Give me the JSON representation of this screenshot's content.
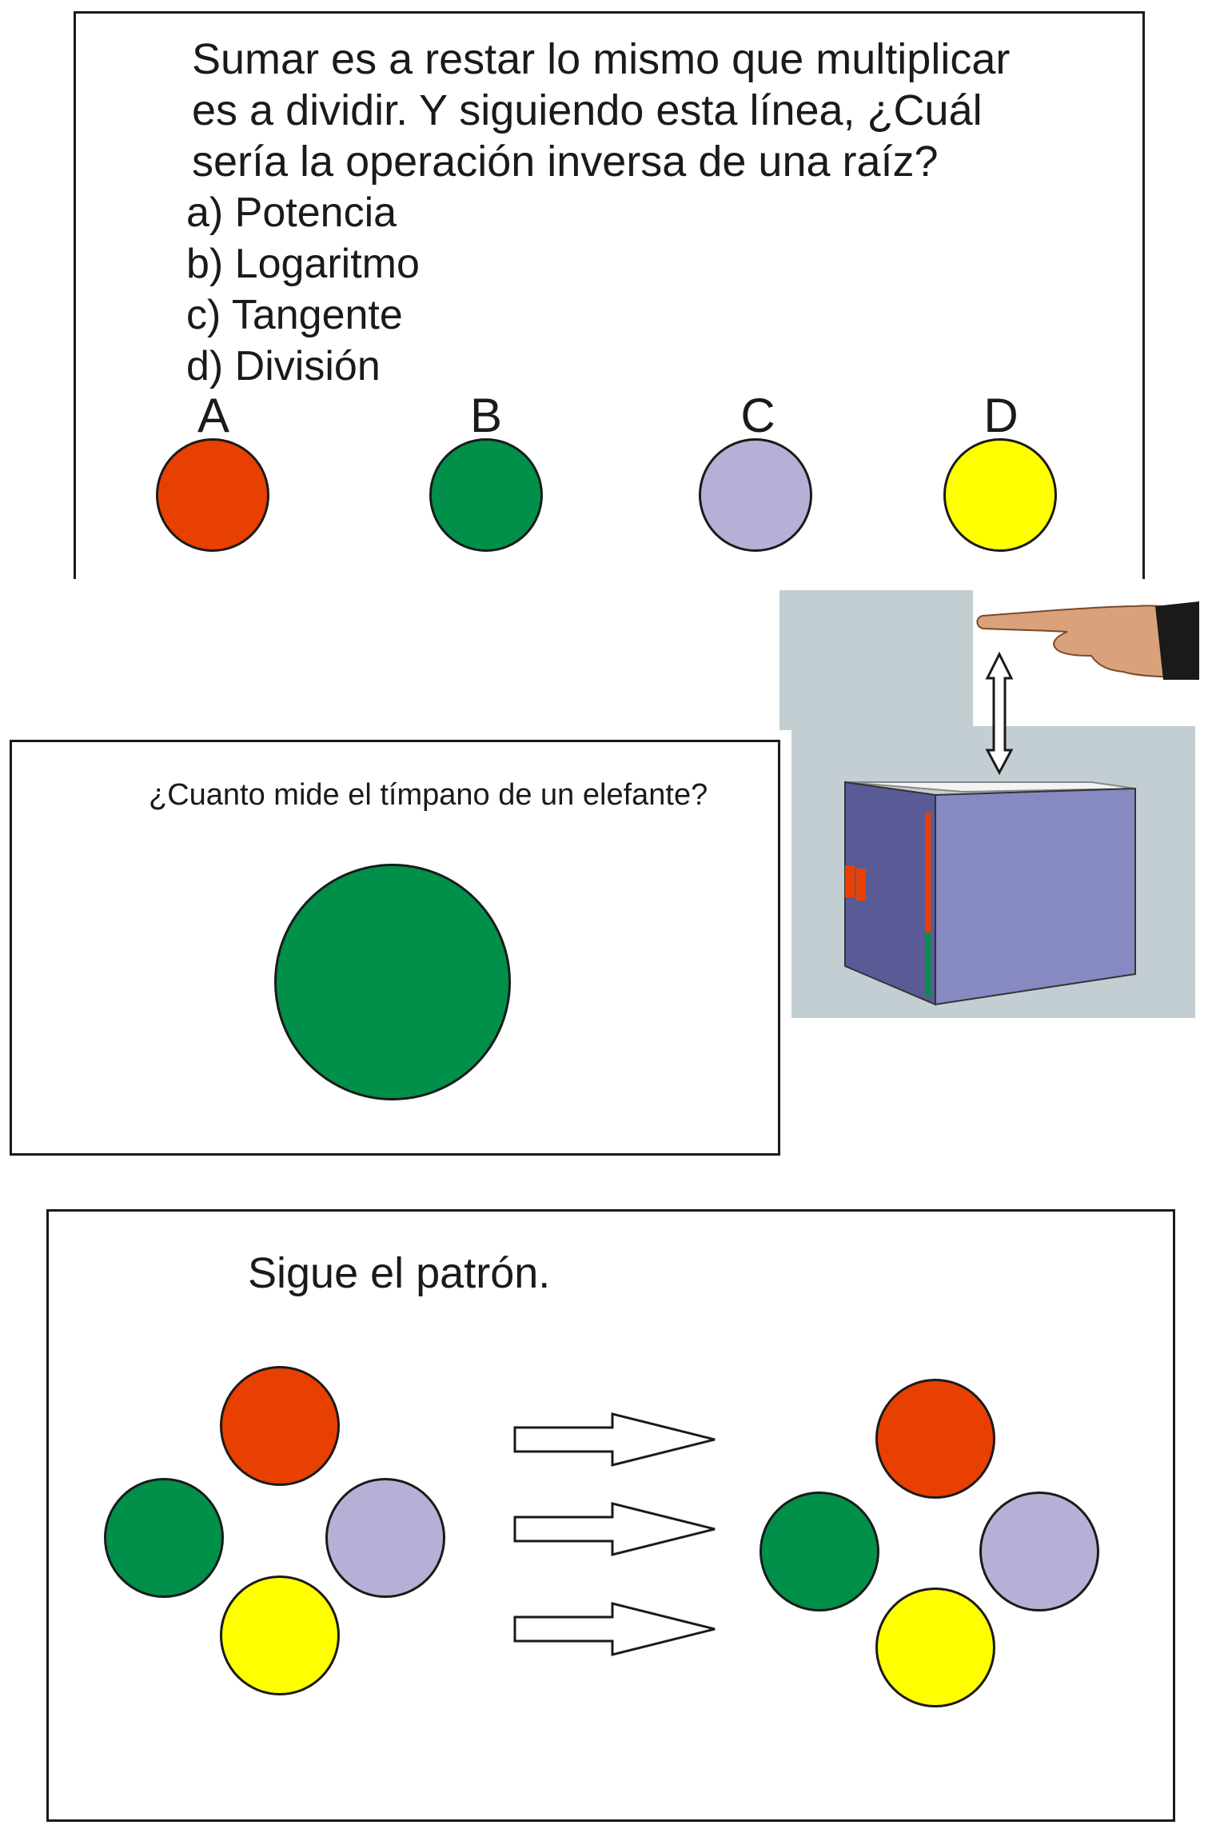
{
  "panel_top": {
    "question": "Sumar es a restar lo mismo que multiplicar es a dividir. Y siguiendo esta línea, ¿Cuál sería la operación inversa de una raíz?",
    "options": [
      "a) Potencia",
      "b) Logaritmo",
      "c) Tangente",
      "d) División"
    ],
    "buttons": [
      {
        "letter": "A",
        "color": "#e84000"
      },
      {
        "letter": "B",
        "color": "#00904a"
      },
      {
        "letter": "C",
        "color": "#b8afd6"
      },
      {
        "letter": "D",
        "color": "#ffff00"
      }
    ]
  },
  "panel_middle": {
    "question": "¿Cuanto mide el tímpano de un elefante?",
    "button_color": "#00904a"
  },
  "device_illustration": {
    "background_color": "#c3ced3",
    "box_front_color": "#8689c2",
    "box_side_color": "#5a5a96",
    "display_color": "#e84000",
    "level_low_color": "#00904a"
  },
  "panel_bottom": {
    "instruction": "Sigue el patrón.",
    "colors": {
      "top": "#e84000",
      "left": "#00904a",
      "right": "#b8afd6",
      "bottom": "#ffff00"
    }
  }
}
